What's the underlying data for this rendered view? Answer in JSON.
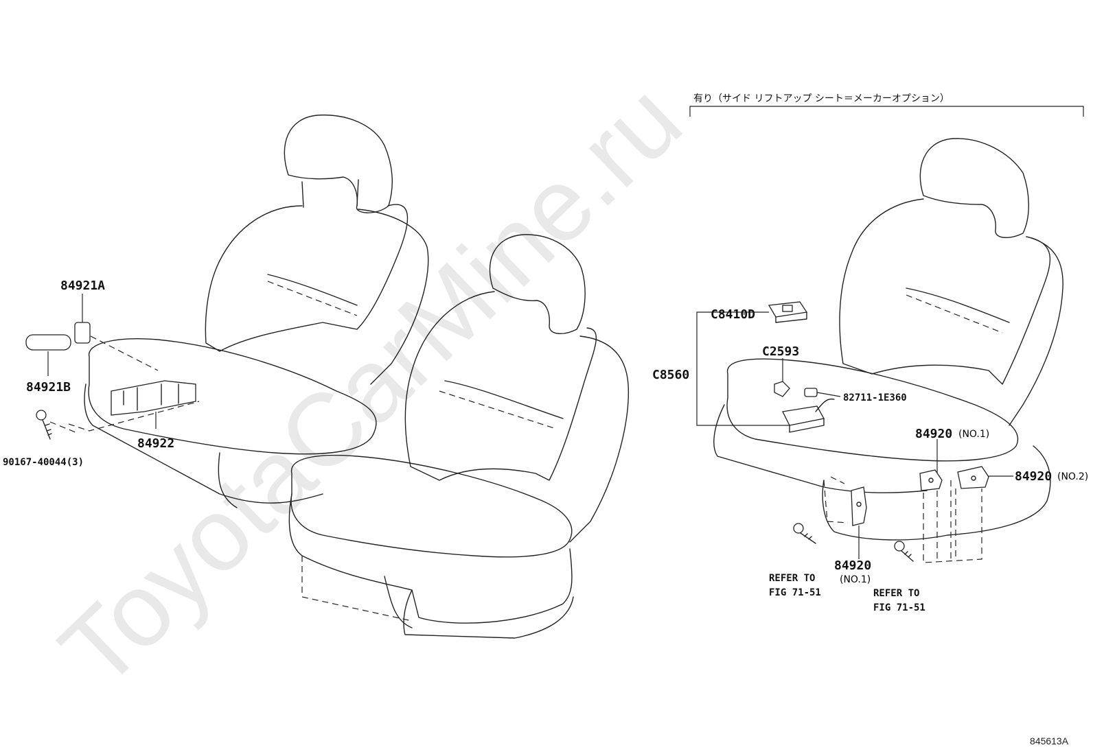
{
  "watermark": "ToyotaCarMine.ru",
  "option_note": "有り（サイド  リフトアップ  シート＝メーカーオプション）",
  "figure_code": "845613A",
  "left_labels": {
    "p84921A": "84921A",
    "p84921B": "84921B",
    "p84922": "84922",
    "p90167": "90167-40044(3)"
  },
  "right_labels": {
    "pC8410D": "C8410D",
    "pC8560": "C8560",
    "pC2593": "C2593",
    "p82711": "82711-1E360",
    "p84920_a": "84920",
    "p84920_a_note": "(NO.1)",
    "p84920_b": "84920",
    "p84920_b_note": "(NO.2)",
    "p84920_c": "84920",
    "p84920_c_note": "(NO.1)",
    "refer1_line1": "REFER TO",
    "refer1_line2": "FIG 71-51",
    "refer2_line1": "REFER TO",
    "refer2_line2": "FIG 71-51"
  }
}
